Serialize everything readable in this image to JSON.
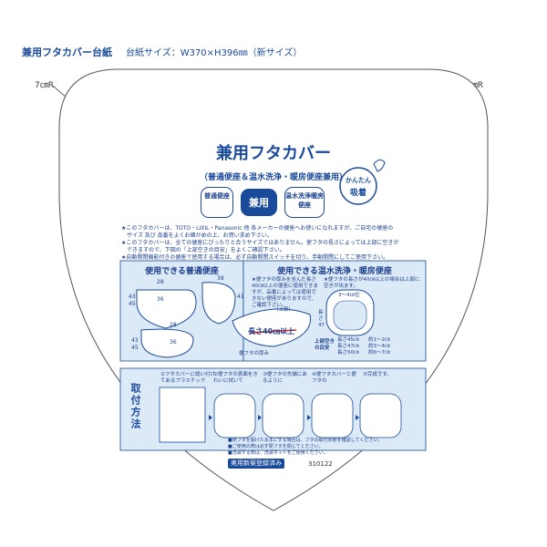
{
  "header": {
    "product_type": "兼用フタカバー台紙",
    "board_size": "台紙サイズ：W370×H396㎜（新サイズ）",
    "corner_left": "7㎝R",
    "corner_right": "7㎝R"
  },
  "card": {
    "title": "兼用フタカバー",
    "subtitle": "（普通便座＆温水洗浄・暖房便座兼用）",
    "badge_line1": "かんたん",
    "badge_line2": "吸着",
    "pill_left": "普通便座",
    "pill_center": "兼用",
    "pill_right": "温水洗浄暖房便座",
    "notes": [
      "★このフタカバーは、TOTO・LIXIL・Panasonic 他 各メーカーの便座へお使いになれますが、ご自宅の便座の",
      "サイズ 及び 品番をよくお確かめの上、お買い求め下さい。",
      "★このフタカバーは、全ての便座にぴったりと合うサイズではありません。使フタの長さによっては上部に空きが",
      "できますので、下図の「上部空きの目安」をよくご確認下さい。",
      "★自動開閉機能付きの便座で使用する場合は、必ず自動開閉スイッチを切り、手動開閉にしてご使用下さい。"
    ],
    "section_regular": "使用できる普通便座",
    "section_warm": "使用できる温水洗浄・暖房便座",
    "dims_regular_a": [
      "28",
      "36",
      "43",
      "45",
      "38",
      "41"
    ],
    "dims_regular_b": [
      "28",
      "36",
      "43",
      "45"
    ],
    "warm_note": "★便フタの厚みを含んだ長さ40㎝以上の便座に使用できますが、品番によっては使用できない便座がありますので、ご確認下さい。",
    "warm_length": "長さ40㎝以上",
    "warm_top": "（上部）",
    "warm_thick": "便フタの厚み",
    "gap_note": "★便フタの長さが40㎝以上の場合は上部に空きが出ます。",
    "gap_label": "3〜4㎝位",
    "gap_dim": "長さ47",
    "gap_guide_title": "上部空きの目安",
    "gap_rows": [
      {
        "len": "長さ45㎝",
        "gap": "約1〜2㎝"
      },
      {
        "len": "長さ47㎝",
        "gap": "約3〜4㎝"
      },
      {
        "len": "長さ50㎝",
        "gap": "約6〜7㎝"
      }
    ],
    "install_title": "取付方法",
    "install_steps": [
      "①フタカバーに縫い付けてあるプラスチック",
      "②便フタの表面をきれいに拭いて",
      "③便フタの先端にあるように",
      "④便フタカバーと便フタの",
      "⑤完成です。"
    ],
    "footer_notes": [
      "■便フタを開けたままにする場合は、フタの取付状態を確認してください。",
      "■ご使用の際は必ず便フタを閉じてください。",
      "■洗濯する際は、洗濯ネットをご使用ください。"
    ],
    "patent": "実用新案登録済み",
    "code": "310122"
  },
  "colors": {
    "brand": "#1a4a9a",
    "panel_bg": "#dce9f7"
  }
}
